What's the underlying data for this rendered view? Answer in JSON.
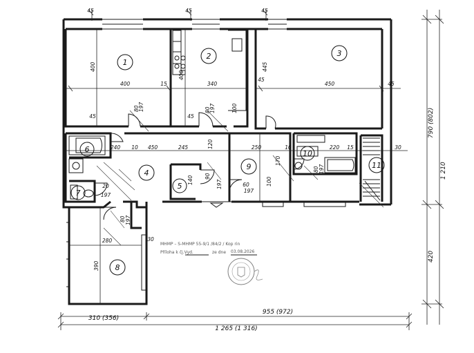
{
  "rooms": [
    {
      "number": "1"
    },
    {
      "number": "2"
    },
    {
      "number": "3"
    },
    {
      "number": "4"
    },
    {
      "number": "5"
    },
    {
      "number": "6"
    },
    {
      "number": "7"
    },
    {
      "number": "8"
    },
    {
      "number": "9"
    },
    {
      "number": "10"
    },
    {
      "number": "11"
    }
  ],
  "dims": {
    "top_45_a": "45",
    "top_45_b": "45",
    "top_45_c": "45",
    "r1_400v": "400",
    "r1_400h": "400",
    "r1_15": "15",
    "r1_45": "45",
    "r2_400v": "400",
    "r2_340": "340",
    "r2_45": "45",
    "r3_445": "445",
    "r3_45": "45",
    "r3_450": "450",
    "r3_45r": "45",
    "d_80_197_a": "80",
    "d_197_a": "197",
    "d_80_197_b": "80",
    "d_197_b": "197",
    "d_100": "100",
    "c_240": "240",
    "c_10a": "10",
    "c_450": "450",
    "c_245": "245",
    "c_120": "120",
    "c_250": "250",
    "c_10b": "10",
    "c_220": "220",
    "c_15": "15",
    "c_30": "30",
    "r5_140": "140",
    "r5_90": "90",
    "r5_197": "197",
    "r9_60": "60",
    "r9_197": "197",
    "r9_170": "170",
    "r9_100": "100",
    "r7_20": "20",
    "r7_197": "197",
    "r8_80": "80",
    "r8_197": "197",
    "r8_280": "280",
    "r8_390": "390",
    "r8_30": "30",
    "r10_80": "80",
    "r10_197": "197",
    "bottom_310": "310 (356)",
    "bottom_955": "955 (972)",
    "bottom_1265": "1 265 (1 316)",
    "right_790": "790 (802)",
    "right_1210": "1 210",
    "right_420": "420"
  },
  "stamp_note": {
    "line1": "MHMP – S-MHMP 55-9/1 /84/2 / Kop rin",
    "line2": "Příloha k čj.Vyd.",
    "line2b": "ze dne",
    "date": "03.08.2026"
  }
}
